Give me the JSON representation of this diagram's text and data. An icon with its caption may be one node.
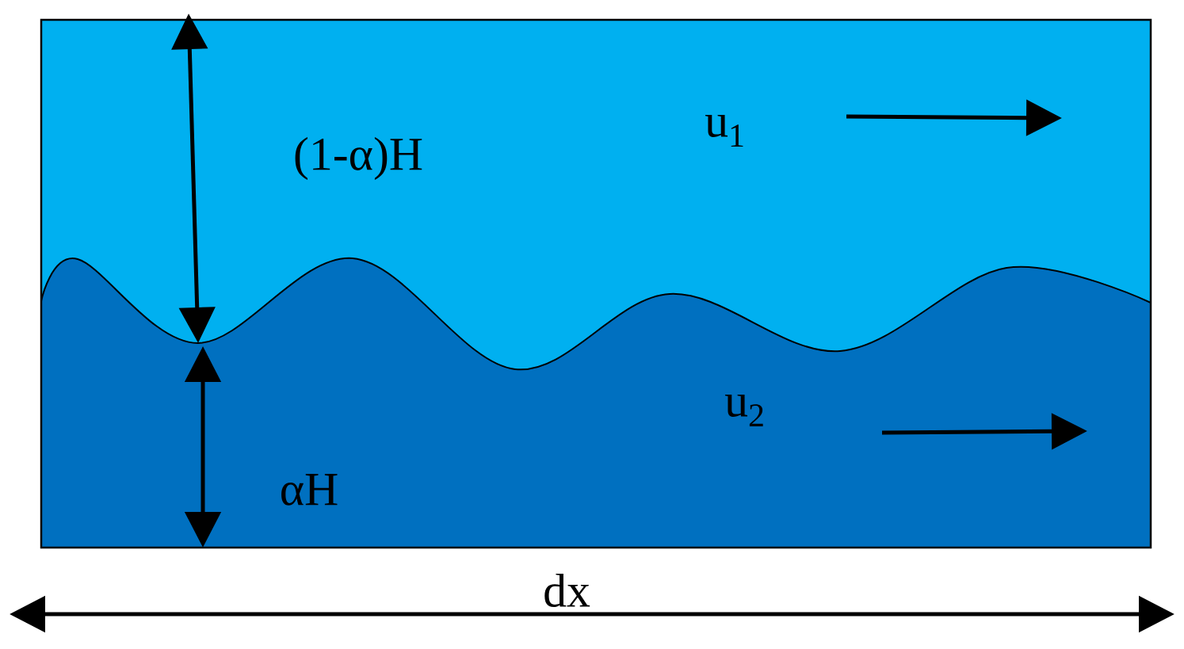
{
  "diagram": {
    "labels": [
      "u$_{1}$",
      "(1-α)H",
      "u$_{2}$",
      "αH",
      "dx"
    ]
  }
}
